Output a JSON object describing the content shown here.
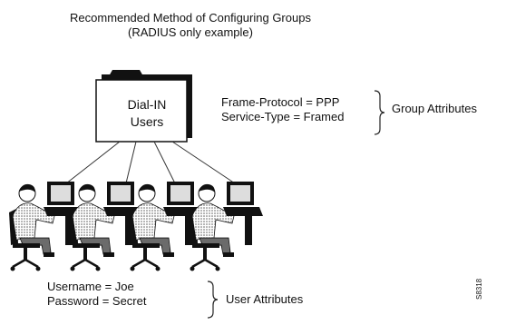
{
  "diagram": {
    "title": "Recommended Method of Configuring Groups",
    "subtitle": "(RADIUS only example)",
    "group_folder": {
      "line1": "Dial-IN",
      "line2": "Users"
    },
    "group_attributes": {
      "lines": [
        "Frame-Protocol = PPP",
        "Service-Type = Framed"
      ],
      "label": "Group Attributes"
    },
    "user_attributes": {
      "lines": [
        "Username = Joe",
        "Password = Secret"
      ],
      "label": "User Attributes"
    },
    "figure_id": "S8318",
    "user_count": 4
  }
}
